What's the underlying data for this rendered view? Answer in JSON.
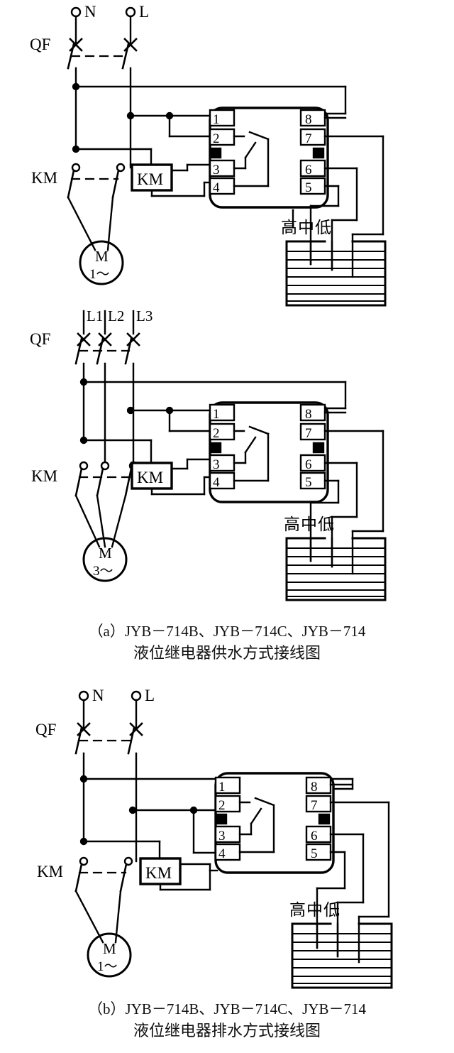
{
  "document": {
    "type": "electrical-wiring-diagram",
    "subject": "JYB-714 series liquid level relay wiring diagrams"
  },
  "labels": {
    "qf": "QF",
    "km": "KM",
    "km_coil": "KM",
    "neutral": "N",
    "line": "L",
    "l1": "L1",
    "l2": "L2",
    "l3": "L3",
    "motor_letter": "M",
    "motor_1ph": "1～",
    "motor_3ph": "3～",
    "probe_high": "高",
    "probe_mid": "中",
    "probe_low": "低"
  },
  "relay": {
    "terminals_left": [
      "1",
      "2",
      "3",
      "4"
    ],
    "terminals_right": [
      "8",
      "7",
      "6",
      "5"
    ]
  },
  "diagrams": [
    {
      "id": "diagram-a-single-phase",
      "supply": [
        "N",
        "L"
      ],
      "motor": "1～",
      "breaker": "QF",
      "contactor": "KM"
    },
    {
      "id": "diagram-a-three-phase",
      "supply": [
        "L1",
        "L2",
        "L3"
      ],
      "motor": "3～",
      "breaker": "QF",
      "contactor": "KM"
    },
    {
      "id": "diagram-b-single-phase",
      "supply": [
        "N",
        "L"
      ],
      "motor": "1～",
      "breaker": "QF",
      "contactor": "KM"
    }
  ],
  "captions": {
    "a": {
      "line1": "（a）JYB－714B、JYB－714C、JYB－714",
      "line2": "液位继电器供水方式接线图"
    },
    "b": {
      "line1": "（b）JYB－714B、JYB－714C、JYB－714",
      "line2": "液位继电器排水方式接线图"
    }
  },
  "colors": {
    "ink": "#000000",
    "background": "#ffffff"
  }
}
